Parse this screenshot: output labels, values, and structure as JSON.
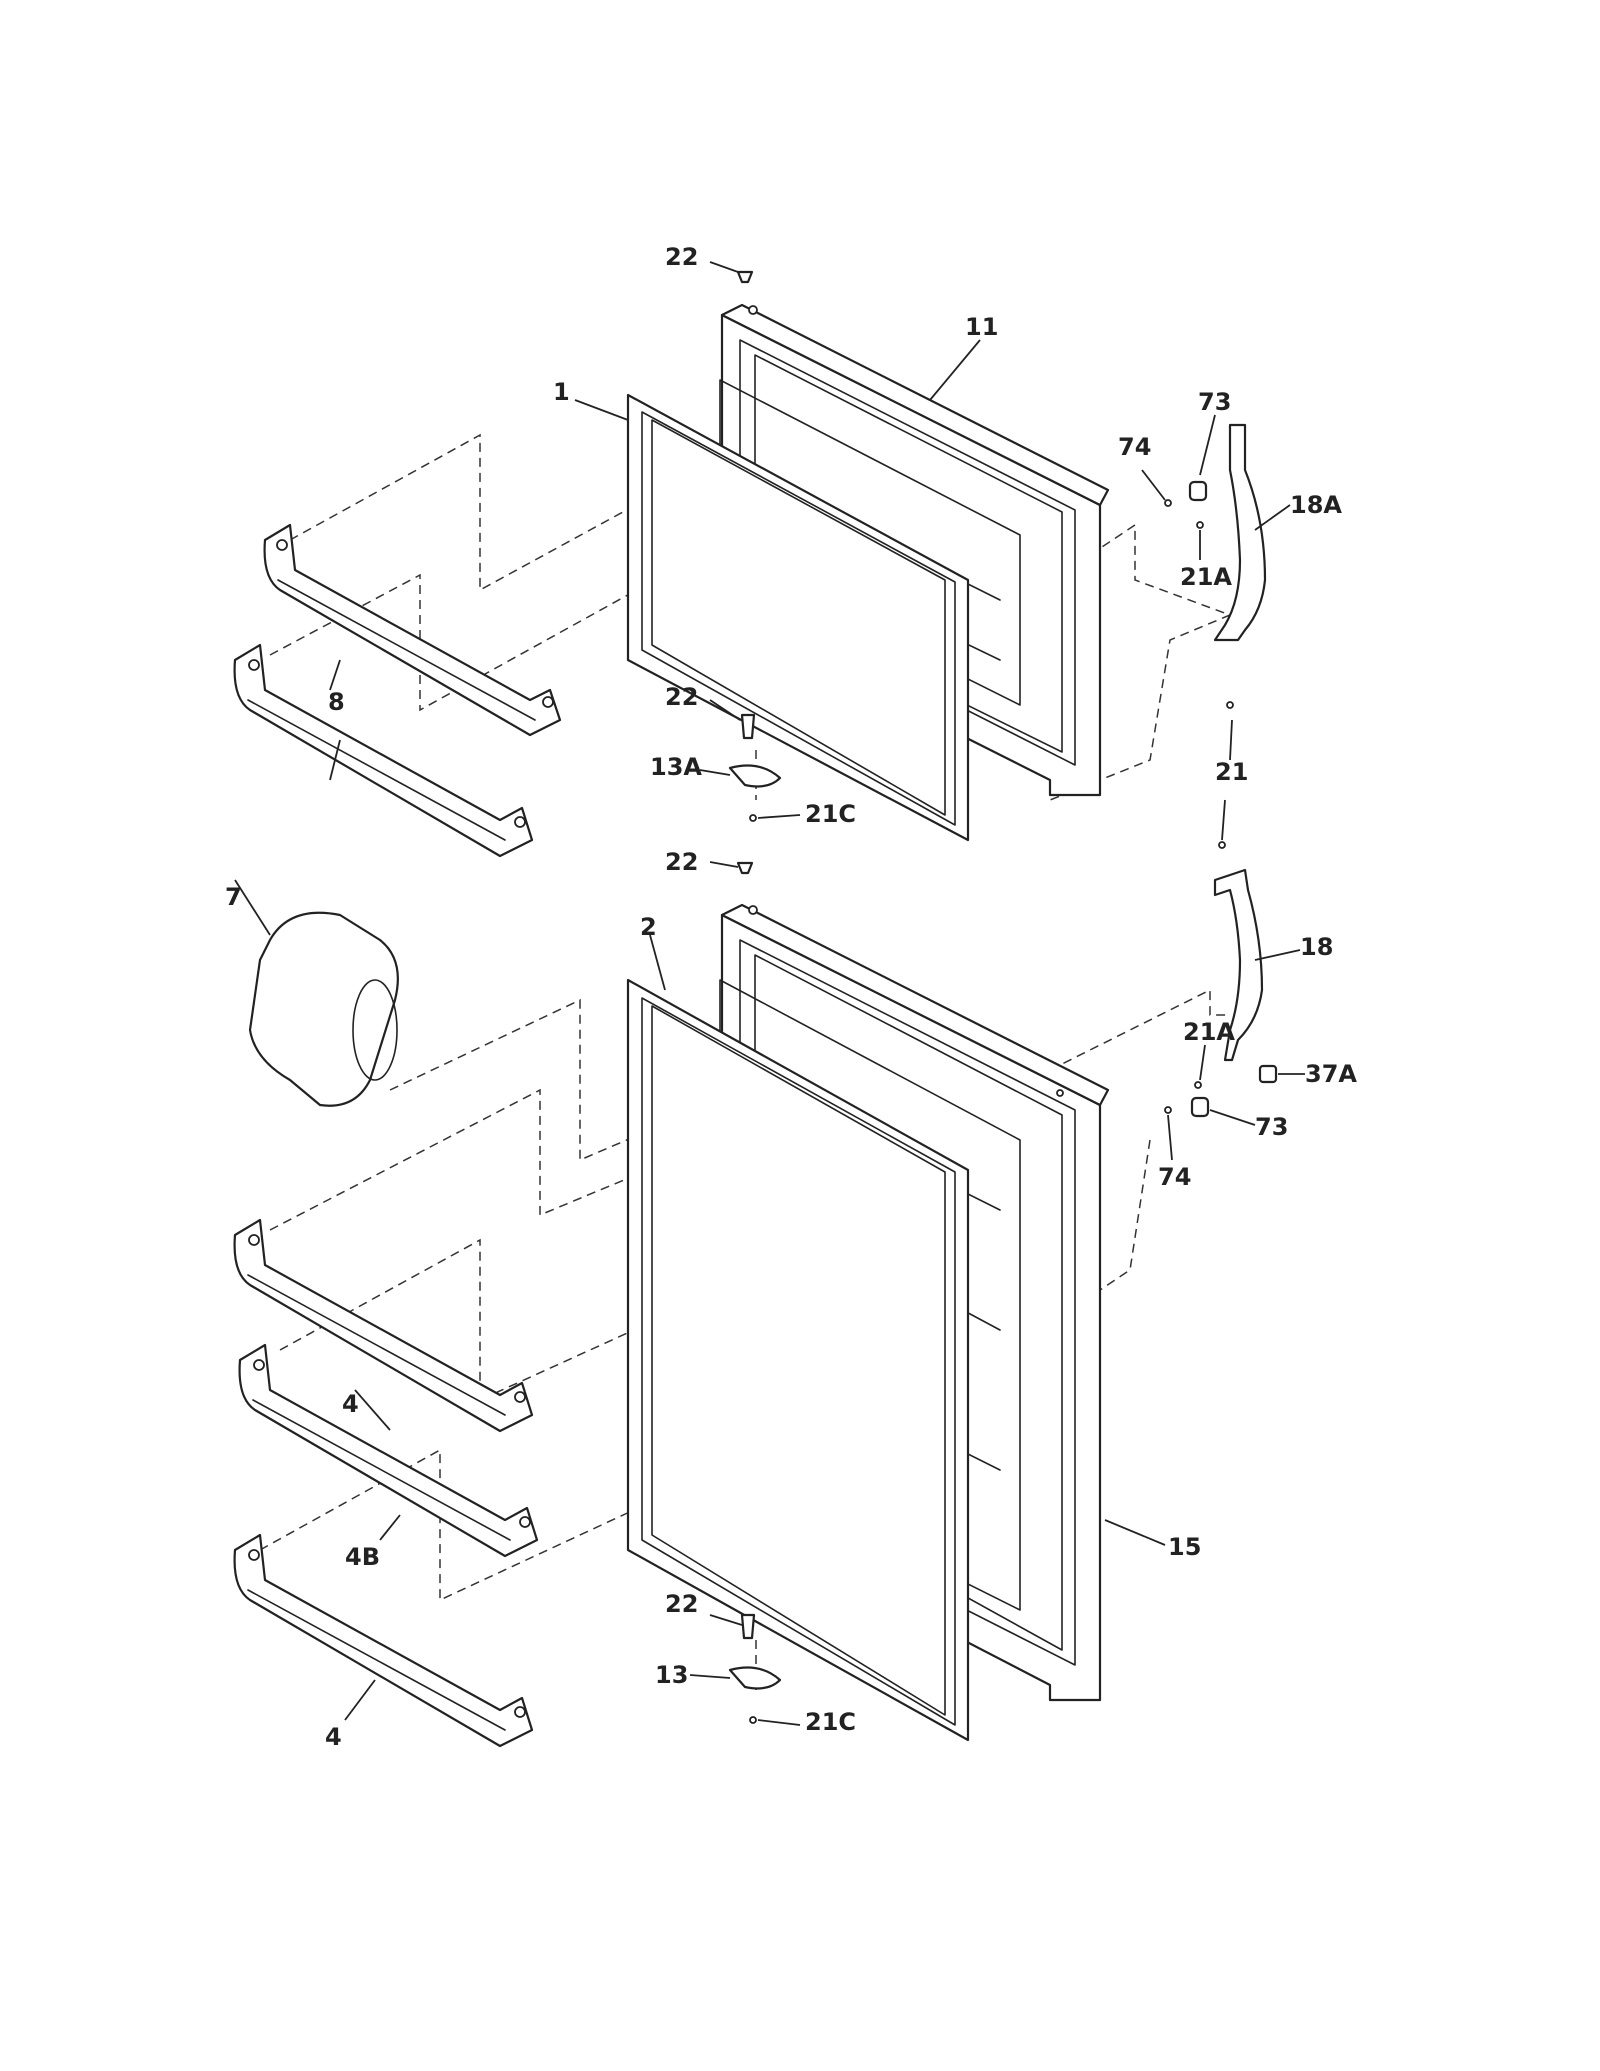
{
  "callouts": {
    "c22_top": "22",
    "c11": "11",
    "c1": "1",
    "c73_top": "73",
    "c74_top": "74",
    "c18A": "18A",
    "c21A_top": "21A",
    "c8": "8",
    "c22_mid_upper": "22",
    "c13A": "13A",
    "c21C_upper": "21C",
    "c21": "21",
    "c22_mid_lower": "22",
    "c7": "7",
    "c2": "2",
    "c18": "18",
    "c21A_bottom": "21A",
    "c37A": "37A",
    "c73_bottom": "73",
    "c74_bottom": "74",
    "c4_upper": "4",
    "c4B": "4B",
    "c15": "15",
    "c22_bottom": "22",
    "c13": "13",
    "c21C_lower": "21C",
    "c4_lower": "4"
  },
  "colors": {
    "line": "#222222",
    "background": "#ffffff"
  }
}
